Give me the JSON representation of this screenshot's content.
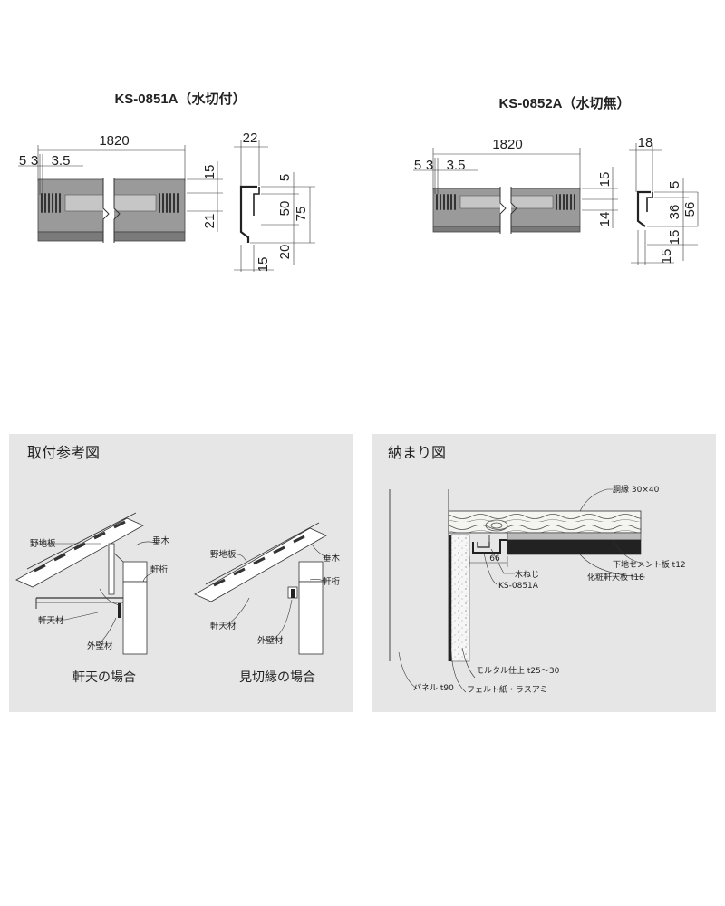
{
  "top": {
    "left": {
      "title": "KS-0851A（水切付）",
      "dims": {
        "len": "1820",
        "d5": "5",
        "d3": "3",
        "d35": "3.5",
        "d15": "15",
        "d21": "21",
        "s22": "22",
        "s5": "5",
        "s50": "50",
        "s75": "75",
        "s20": "20",
        "s15": "15"
      }
    },
    "right": {
      "title": "KS-0852A（水切無）",
      "dims": {
        "len": "1820",
        "d5": "5",
        "d3": "3",
        "d35": "3.5",
        "d15": "15",
        "d14": "14",
        "s18": "18",
        "s5": "5",
        "s36": "36",
        "s56": "56",
        "s15a": "15",
        "s15b": "15"
      }
    }
  },
  "panel_left": {
    "title": "取付参考図",
    "fig1": {
      "noji": "野地板",
      "taruki": "垂木",
      "nokigeta": "軒桁",
      "nokiten": "軒天材",
      "gaiheki": "外壁材",
      "caption": "軒天の場合"
    },
    "fig2": {
      "noji": "野地板",
      "taruki": "垂木",
      "nokigeta": "軒桁",
      "nokiten": "軒天材",
      "gaiheki": "外壁材",
      "caption": "見切縁の場合"
    }
  },
  "panel_right": {
    "title": "納まり図",
    "labels": {
      "doubuchi": "胴縁 30×40",
      "shitaji": "下地セメント板 t12",
      "kesho": "化粧軒天板 t18",
      "kineji": "木ねじ",
      "product": "KS-0851A",
      "dim66": "66",
      "mortar": "モルタル仕上 t25～30",
      "felt": "フェルト紙・ラスアミ",
      "panel": "パネル t90"
    }
  }
}
